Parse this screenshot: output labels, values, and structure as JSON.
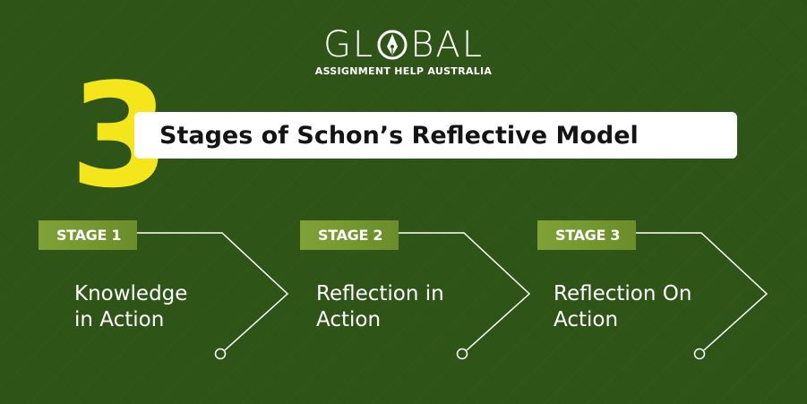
{
  "logo": {
    "word_left": "GL",
    "word_right": "BAL",
    "subtitle": "ASSIGNMENT HELP AUSTRALIA"
  },
  "title": {
    "number": "3",
    "text": "Stages of Schon’s Reflective Model"
  },
  "stages": [
    {
      "label": "STAGE 1",
      "line1": "Knowledge",
      "line2": "in Action"
    },
    {
      "label": "STAGE 2",
      "line1": "Reflection in",
      "line2": "Action"
    },
    {
      "label": "STAGE 3",
      "line1": "Reflection On",
      "line2": "Action"
    }
  ],
  "colors": {
    "background": "#2e5417",
    "accent_yellow": "#f5e61b",
    "badge_green": "#7fa237",
    "text_white": "#ffffff",
    "title_text": "#141414"
  }
}
